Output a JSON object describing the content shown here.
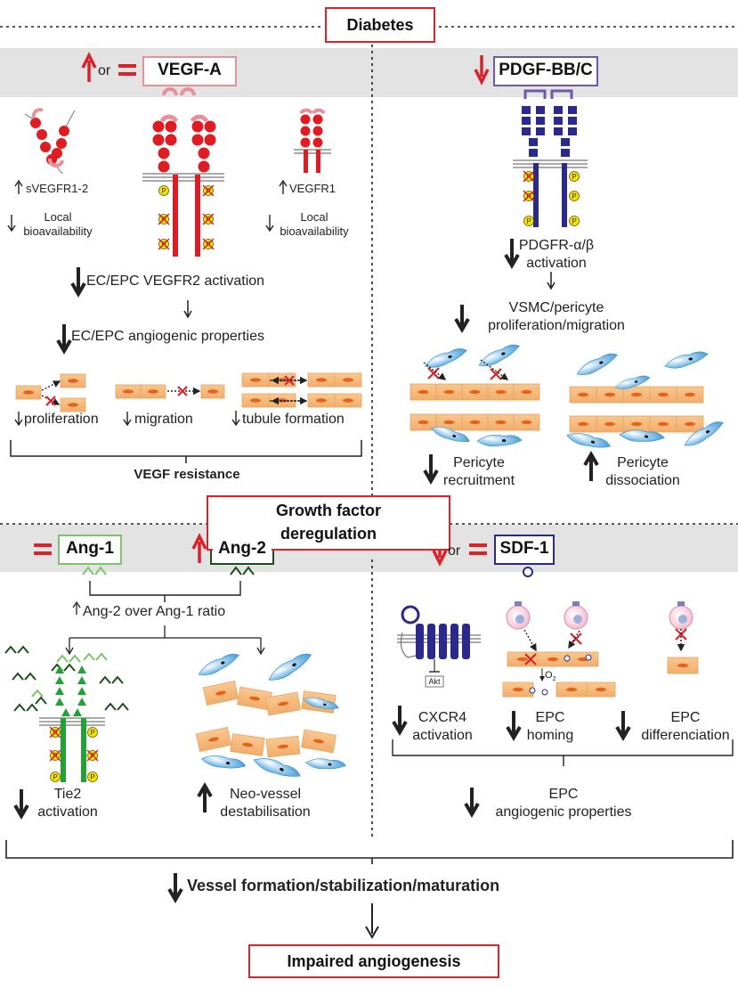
{
  "top": {
    "diabetes": "Diabetes",
    "growth_factor": "Growth factor\nderegulation",
    "impaired": "Impaired angiogenesis"
  },
  "vegf": {
    "or": "or",
    "factor": "VEGF-A",
    "svegfr": "sVEGFR1-2",
    "local_left": "Local\nbioavailability",
    "vegfr1": "VEGFR1",
    "local_right": "Local\nbioavailability",
    "ec_activation": "EC/EPC VEGFR2 activation",
    "ec_angio": "EC/EPC angiogenic properties",
    "proliferation": "proliferation",
    "migration": "migration",
    "tubule": "tubule formation",
    "resistance": "VEGF resistance"
  },
  "pdgf": {
    "factor": "PDGF-BB/C",
    "activation": "PDGFR-α/β\nactivation",
    "vsmc": "VSMC/pericyte\nproliferation/migration",
    "recruitment": "Pericyte\nrecruitment",
    "dissociation": "Pericyte\ndissociation"
  },
  "ang": {
    "ang1": "Ang-1",
    "ang2": "Ang-2",
    "ratio": "Ang-2 over Ang-1 ratio",
    "tie2": "Tie2\nactivation",
    "neo": "Neo-vessel\ndestabilisation"
  },
  "sdf": {
    "or": "or",
    "factor": "SDF-1",
    "akt": "Akt",
    "o2": "O",
    "o2_sub": "2",
    "cxcr4": "CXCR4\nactivation",
    "homing": "EPC\nhoming",
    "differenciation": "EPC\ndifferenciation",
    "epc_angio": "EPC\nangiogenic properties"
  },
  "bottom": {
    "vessel": "Vessel formation/stabilization/maturation"
  },
  "phospho_label": "P",
  "colors": {
    "red": "#d8232a",
    "navy": "#2b2a8c",
    "green": "#1f8a2e",
    "dark_green": "#1e4d1e",
    "light_green": "#7cc46a",
    "orange": "#f5b97a",
    "blue": "#4a9fd8",
    "pink": "#e8919b",
    "purple_border": "#6c5aa8",
    "gray_band": "#e3e3e3"
  }
}
